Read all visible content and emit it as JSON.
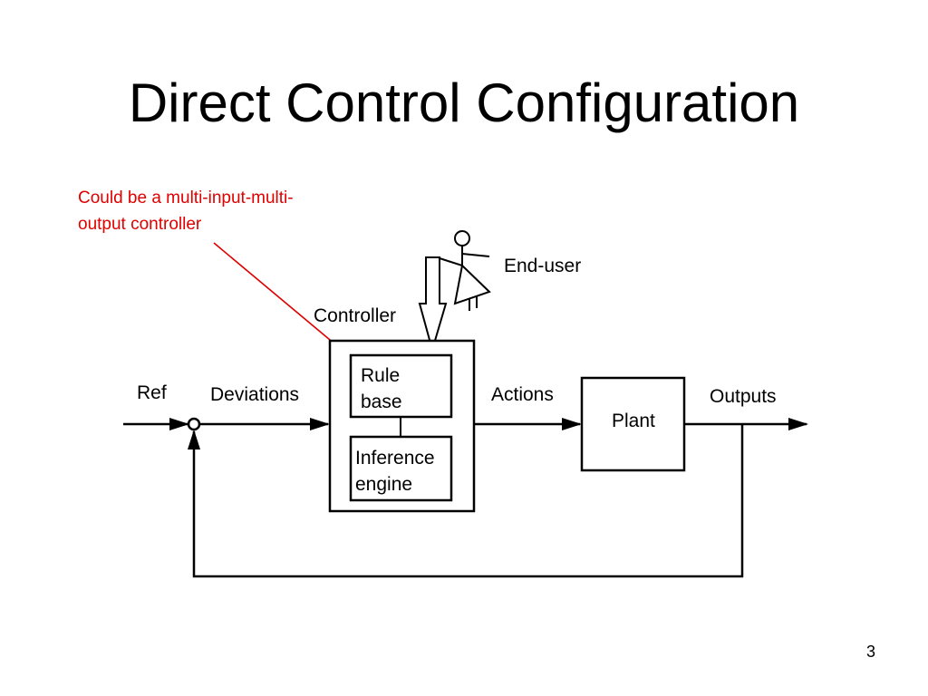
{
  "slide": {
    "title": "Direct Control Configuration",
    "page_number": "3"
  },
  "annotation": {
    "line1": "Could be a multi-input-multi-",
    "line2": "output controller"
  },
  "labels": {
    "end_user": "End-user",
    "controller": "Controller",
    "rule_base_line1": "Rule",
    "rule_base_line2": "base",
    "inference_line1": "Inference",
    "inference_line2": "engine",
    "ref": "Ref",
    "deviations": "Deviations",
    "actions": "Actions",
    "plant": "Plant",
    "outputs": "Outputs"
  },
  "colors": {
    "annotation": "#e00000",
    "lines": "#000000",
    "background": "#ffffff"
  }
}
